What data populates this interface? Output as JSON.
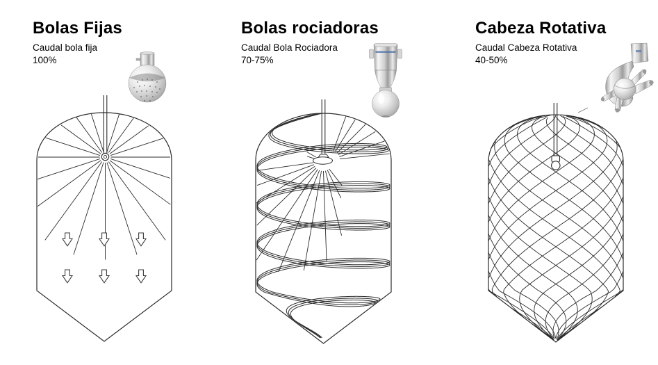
{
  "panels": [
    {
      "id": "bolas-fijas",
      "title": "Bolas Fijas",
      "subtitle_line1": "Caudal bola fija",
      "subtitle_line2": "100%",
      "product_icon": "static-spray-ball-photo",
      "pattern": "radial-jets-with-down-arrows"
    },
    {
      "id": "bolas-rociadoras",
      "title": "Bolas rociadoras",
      "subtitle_line1": "Caudal Bola Rociadora",
      "subtitle_line2": "70-75%",
      "product_icon": "rotating-spray-ball-photo",
      "pattern": "descending-spiral"
    },
    {
      "id": "cabeza-rotativa",
      "title": "Cabeza Rotativa",
      "subtitle_line1": "Caudal Cabeza Rotativa",
      "subtitle_line2": "40-50%",
      "product_icon": "rotary-jet-head-photo",
      "pattern": "crosshatch-mesh"
    }
  ],
  "colors": {
    "background": "#ffffff",
    "line": "#2b2b2b",
    "text": "#000000",
    "accent_blue": "#4a6fa5",
    "metal_light": "#f5f5f5",
    "metal_mid": "#c7c7c7",
    "metal_dark": "#8f8f8f"
  }
}
